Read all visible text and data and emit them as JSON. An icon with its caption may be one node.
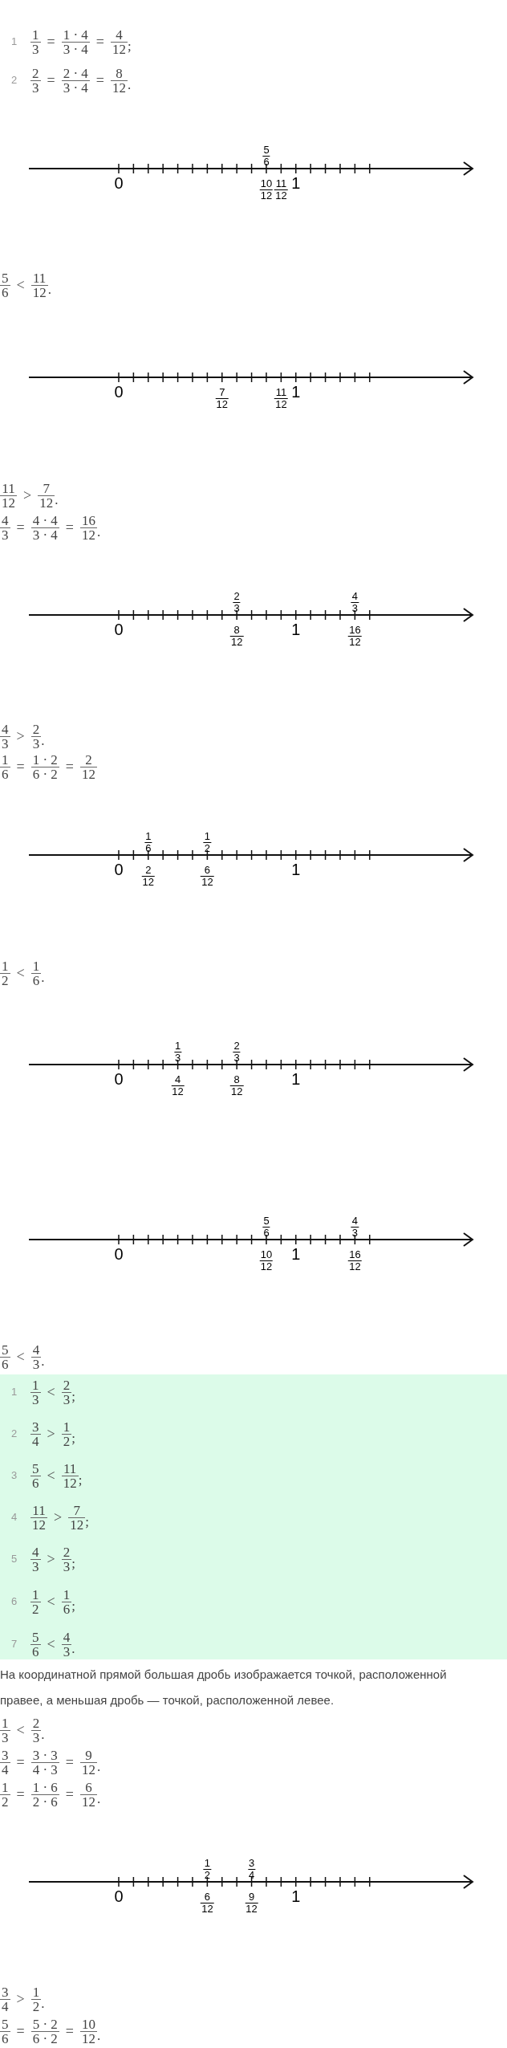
{
  "diagram": {
    "labels": [
      "1",
      "1",
      "3",
      "=",
      "1 · 4",
      "3 · 4",
      "=",
      "4",
      "12",
      ";",
      "2",
      "2",
      "3",
      "=",
      "2 · 4",
      "3 · 4",
      "=",
      "8",
      "12",
      ".",
      "5",
      "6",
      "0",
      "10",
      "12",
      "11",
      "12",
      "1",
      "5",
      "6",
      "<",
      "11",
      "12",
      ".",
      "0",
      "7",
      "12",
      "11",
      "12",
      "1",
      "11",
      "12",
      ">",
      "7",
      "12",
      ".",
      "4",
      "3",
      "=",
      "4 · 4",
      "3 · 4",
      "=",
      "16",
      "12",
      ".",
      "2",
      "3",
      "4",
      "3",
      "0",
      "8",
      "12",
      "1",
      "16",
      "12",
      "4",
      "3",
      ">",
      "2",
      "3",
      ".",
      "1",
      "6",
      "=",
      "1 · 2",
      "6 · 2",
      "=",
      "2",
      "12",
      "1",
      "6",
      "1",
      "2",
      "0",
      "2",
      "12",
      "6",
      "12",
      "1",
      "1",
      "2",
      "<",
      "1",
      "6",
      ".",
      "1",
      "3",
      "2",
      "3",
      "0",
      "4",
      "12",
      "8",
      "12",
      "1",
      "5",
      "6",
      "4",
      "3",
      "0",
      "10",
      "12",
      "1",
      "16",
      "12",
      "5",
      "6",
      "<",
      "4",
      "3",
      ".",
      "1",
      "1",
      "3",
      "<",
      "2",
      "3",
      ";",
      "2",
      "3",
      "4",
      ">",
      "1",
      "2",
      ";",
      "3",
      "5",
      "6",
      "<",
      "11",
      "12",
      ";",
      "4",
      "11",
      "12",
      ">",
      "7",
      "12",
      ";",
      "5",
      "4",
      "3",
      ">",
      "2",
      "3",
      ";",
      "6",
      "1",
      "2",
      "<",
      "1",
      "6",
      ";",
      "7",
      "5",
      "6",
      "<",
      "4",
      "3",
      ".",
      "На координатной прямой большая дробь изображается точкой, расположенной правее, а меньшая дробь — точкой, расположенной левее.",
      "1",
      "3",
      "<",
      "2",
      "3",
      ".",
      "3",
      "4",
      "=",
      "3 · 3",
      "4 · 3",
      "=",
      "9",
      "12",
      ".",
      "1",
      "2",
      "=",
      "1 · 6",
      "2 · 6",
      "=",
      "6",
      "12",
      ".",
      "1",
      "2",
      "3",
      "4",
      "0",
      "6",
      "12",
      "9",
      "12",
      "1",
      "3",
      "4",
      ">",
      "1",
      "2",
      ".",
      "5",
      "6",
      "=",
      "5 · 2",
      "6 · 2",
      "=",
      "10",
      "12",
      "."
    ]
  }
}
